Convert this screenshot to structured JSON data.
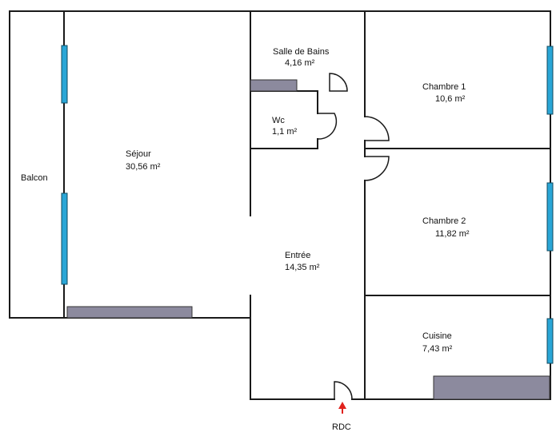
{
  "rooms": [
    {
      "name": "Balcon",
      "area": ""
    },
    {
      "name": "Séjour",
      "area": "30,56  m²"
    },
    {
      "name": "Salle de Bains",
      "area": "4,16  m²"
    },
    {
      "name": "Wc",
      "area": "1,1  m²"
    },
    {
      "name": "Chambre 1",
      "area": "10,6  m²"
    },
    {
      "name": "Chambre 2",
      "area": "11,82  m²"
    },
    {
      "name": "Entrée",
      "area": "14,35  m²"
    },
    {
      "name": "Cuisine",
      "area": "7,43  m²"
    }
  ],
  "entrance": {
    "label": "RDC"
  },
  "colors": {
    "window": "#2aa6d6",
    "furniture": "#8c8a9e",
    "entrance_arrow": "#e0211c",
    "wall": "#1a1a1a"
  }
}
